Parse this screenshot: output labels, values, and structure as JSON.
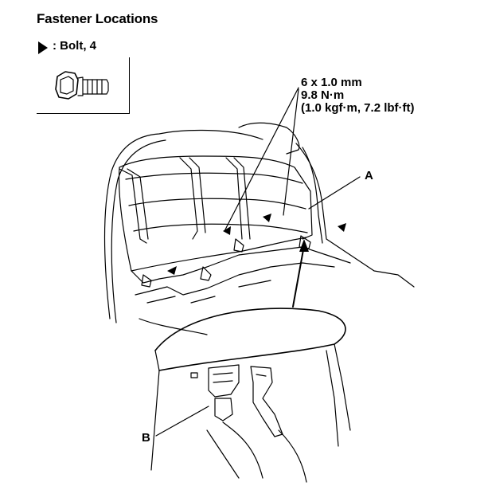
{
  "header": {
    "title": "Fastener Locations"
  },
  "legend": {
    "marker_icon": "triangle-arrow-icon",
    "label": ": Bolt, 4"
  },
  "torque_spec": {
    "size": "6 x 1.0 mm",
    "torque_nm": "9.8 N·m",
    "torque_alt": "(1.0 kgf·m, 7.2 lbf·ft)"
  },
  "callouts": {
    "a": "A",
    "b": "B"
  },
  "colors": {
    "line": "#000000",
    "background": "#ffffff"
  }
}
